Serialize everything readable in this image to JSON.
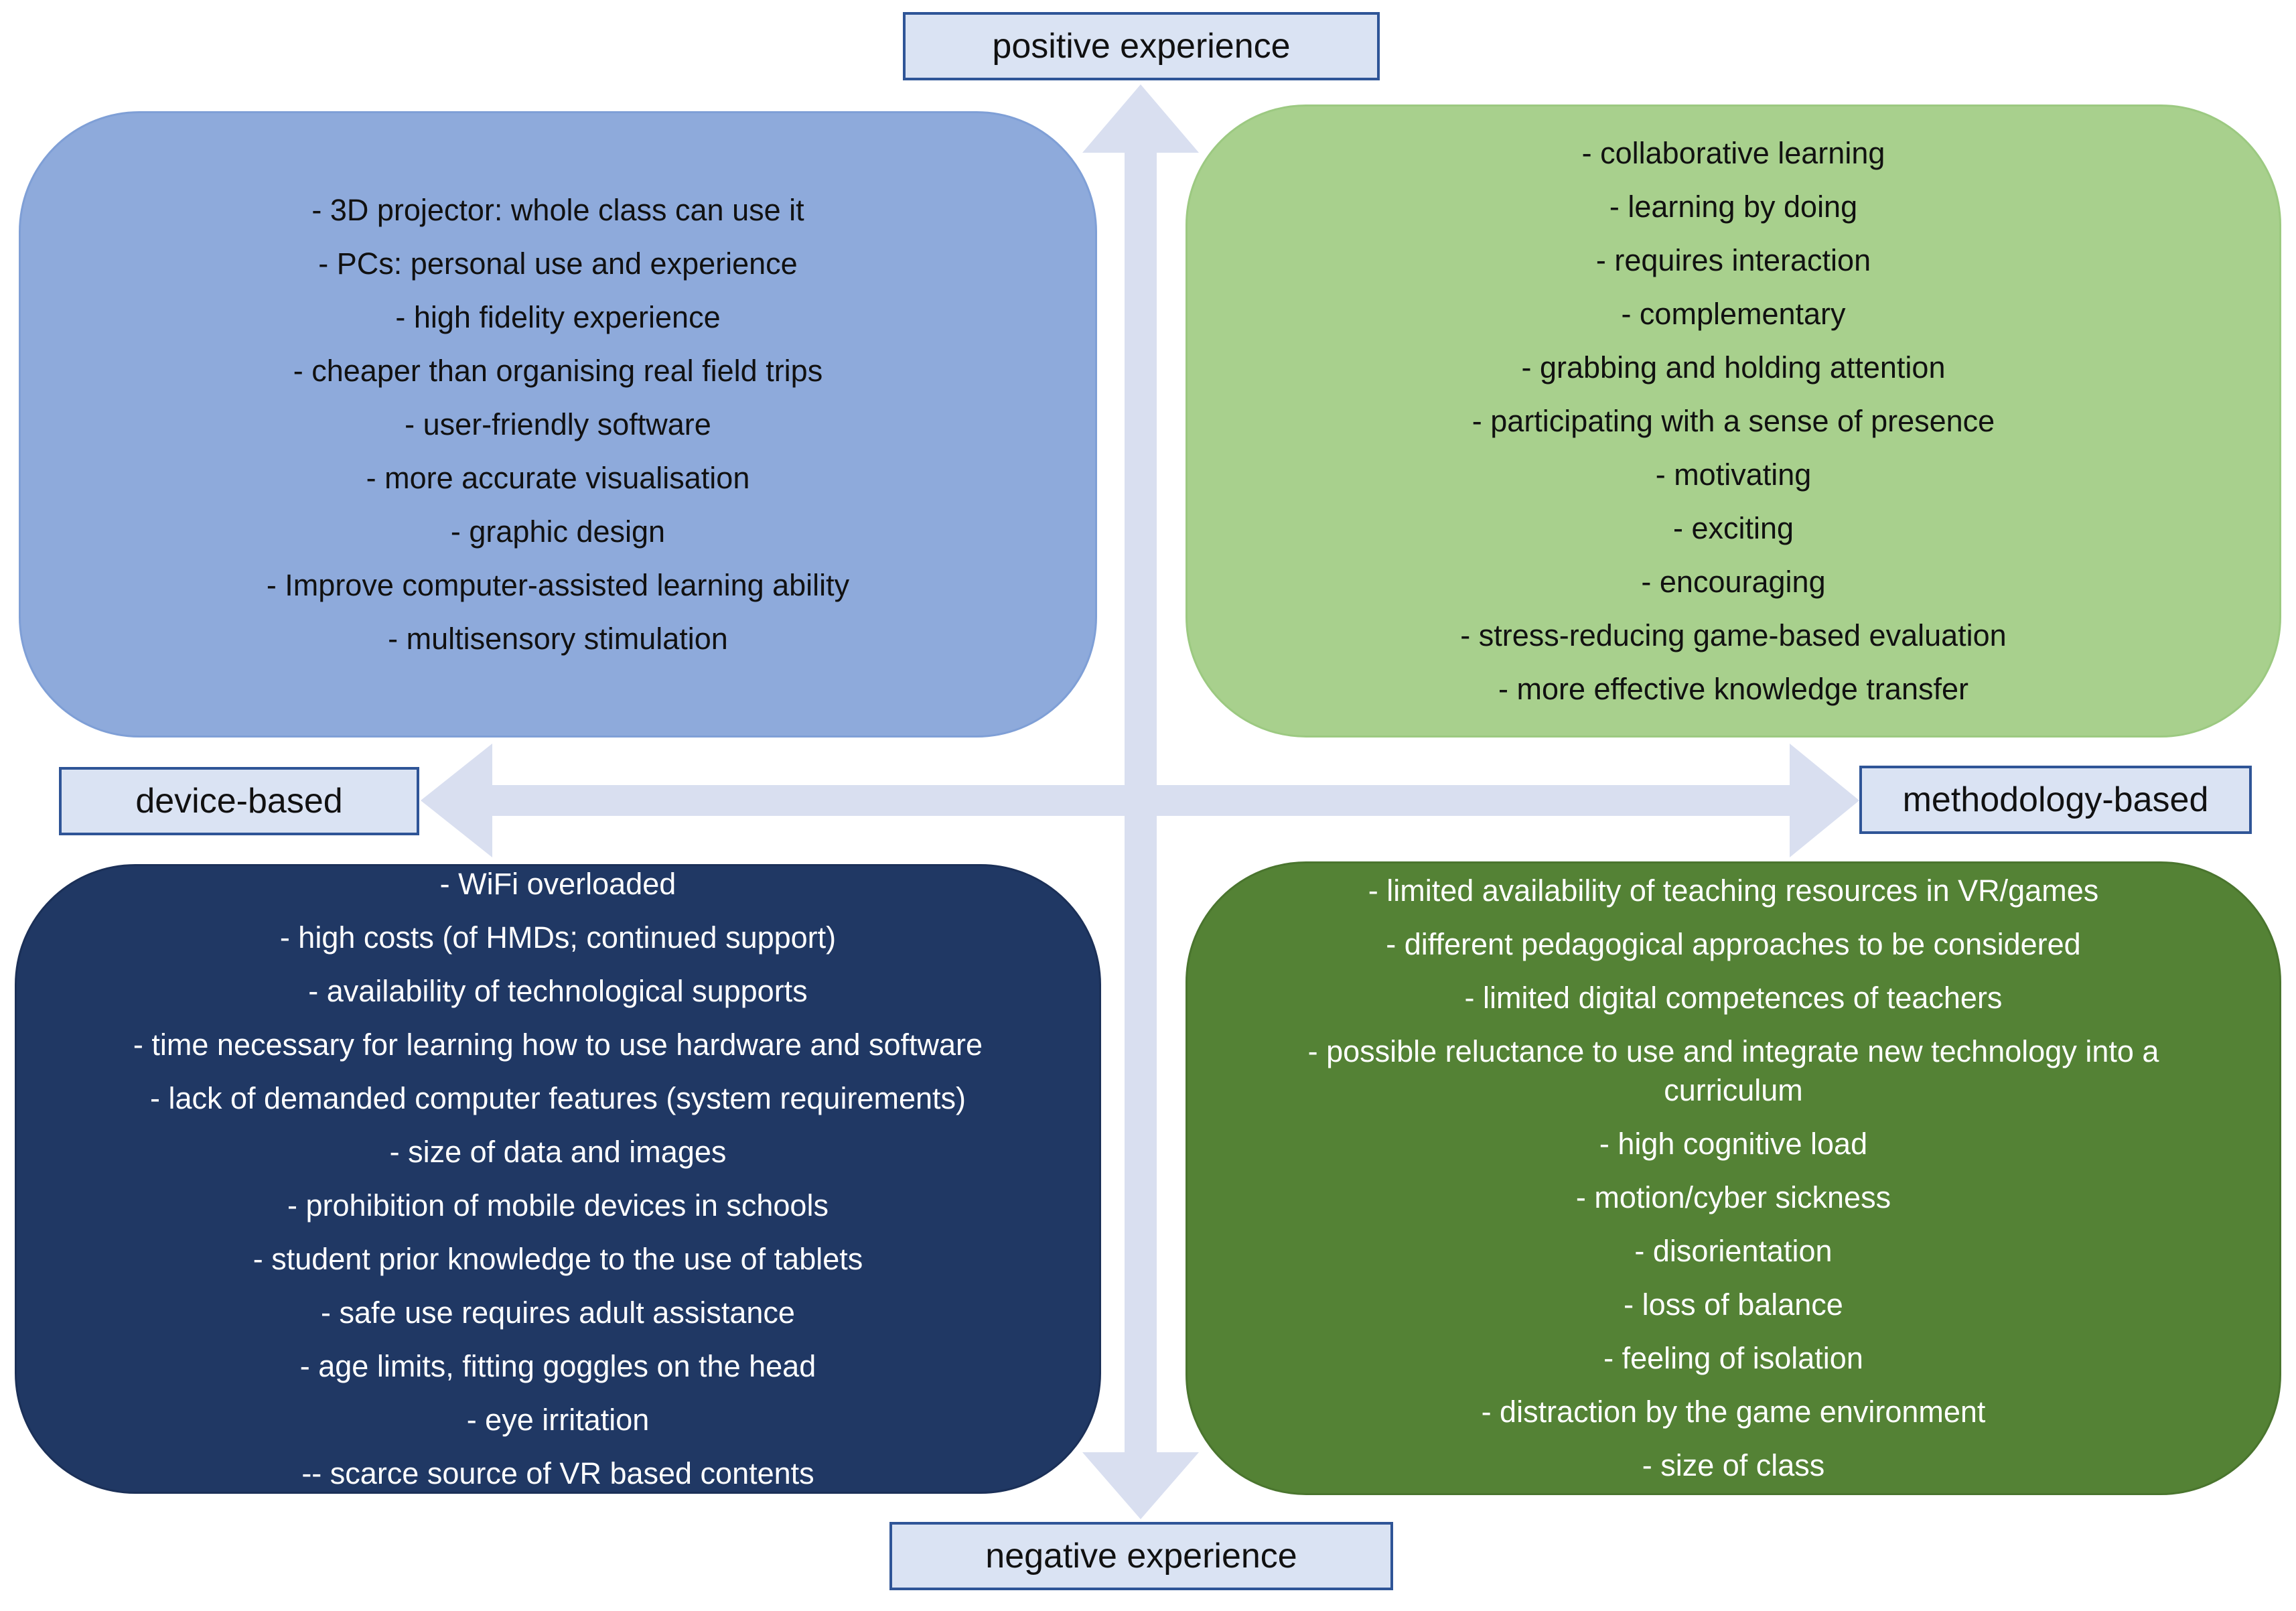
{
  "axis_labels": {
    "top": "positive experience",
    "bottom": "negative experience",
    "left": "device-based",
    "right": "methodology-based"
  },
  "colors": {
    "arrow": "#d9dff0",
    "top_left_fill": "#8eaadb",
    "top_right_fill": "#a8d08d",
    "bottom_left_fill": "#203864",
    "bottom_right_fill": "#548235",
    "label_fill": "#dae3f3",
    "label_border": "#2f5597"
  },
  "quadrants": {
    "top_left": {
      "items": [
        "- 3D projector: whole class can use it",
        "- PCs: personal use and experience",
        "- high fidelity experience",
        "- cheaper than organising real field trips",
        "- user-friendly software",
        "- more accurate visualisation",
        "- graphic design",
        "- Improve computer-assisted learning ability",
        "- multisensory stimulation"
      ]
    },
    "top_right": {
      "items": [
        "- collaborative learning",
        "- learning by doing",
        "- requires interaction",
        "- complementary",
        "- grabbing and holding attention",
        "- participating with a sense of presence",
        "- motivating",
        "- exciting",
        "- encouraging",
        "- stress-reducing game-based evaluation",
        "- more effective knowledge transfer"
      ]
    },
    "bottom_left": {
      "items": [
        "- WiFi overloaded",
        "- high costs (of HMDs; continued support)",
        "- availability of technological supports",
        "- time necessary for learning how to use hardware and software",
        "- lack of demanded computer features (system requirements)",
        "- size of data and images",
        "- prohibition of mobile devices in schools",
        "- student prior knowledge to the use of tablets",
        "- safe use requires adult assistance",
        "- age limits, fitting goggles on the head",
        "- eye irritation",
        "-- scarce source of VR based contents"
      ]
    },
    "bottom_right": {
      "items": [
        "- limited availability of teaching resources in VR/games",
        "- different pedagogical approaches to be considered",
        "- limited digital competences of teachers",
        "- possible reluctance to use and integrate new technology into a curriculum",
        "- high cognitive load",
        "- motion/cyber sickness",
        "- disorientation",
        "- loss of balance",
        "- feeling of isolation",
        "- distraction by the game environment",
        "- size of class"
      ]
    }
  }
}
